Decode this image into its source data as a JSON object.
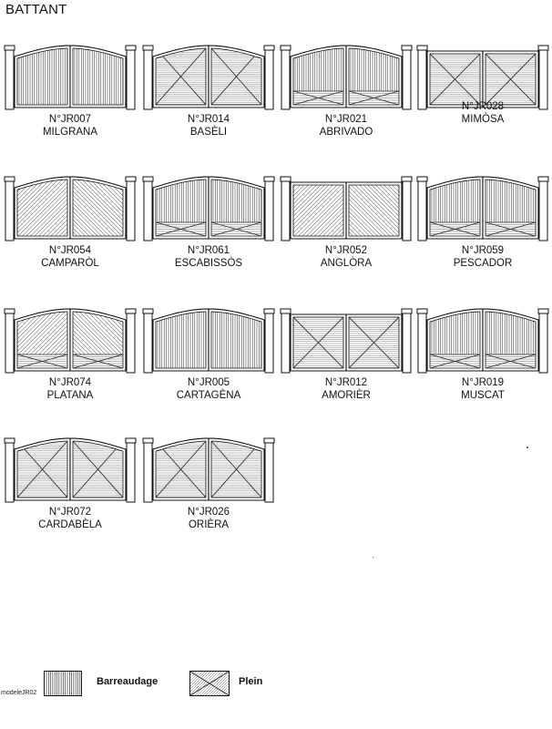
{
  "page": {
    "title": "BATTANT"
  },
  "gates": [
    {
      "code": "N°JR007",
      "name": "MILGRANA",
      "top": "arch",
      "infill": "slats"
    },
    {
      "code": "N°JR014",
      "name": "BASÈLI",
      "top": "arch",
      "infill": "cross"
    },
    {
      "code": "N°JR021",
      "name": "ABRIVADO",
      "top": "arch",
      "infill": "slats-lower-cross"
    },
    {
      "code": "N°JR028",
      "name": "MIMÒSA",
      "top": "flat",
      "infill": "cross"
    },
    {
      "code": "N°JR054",
      "name": "CAMPARÒL",
      "top": "arch",
      "infill": "diagonal"
    },
    {
      "code": "N°JR061",
      "name": "ESCABISSÒS",
      "top": "arch",
      "infill": "slats-lower-cross"
    },
    {
      "code": "N°JR052",
      "name": "ANGLÒRA",
      "top": "flat",
      "infill": "diagonal"
    },
    {
      "code": "N°JR059",
      "name": "PESCADOR",
      "top": "arch",
      "infill": "slats-lower-cross"
    },
    {
      "code": "N°JR074",
      "name": "PLATANA",
      "top": "arch",
      "infill": "diagonal-lower-cross"
    },
    {
      "code": "N°JR005",
      "name": "CARTAGÈNA",
      "top": "arch",
      "infill": "slats"
    },
    {
      "code": "N°JR012",
      "name": "AMORIÈR",
      "top": "flat",
      "infill": "cross"
    },
    {
      "code": "N°JR019",
      "name": "MUSCAT",
      "top": "arch",
      "infill": "slats-lower-cross"
    },
    {
      "code": "N°JR072",
      "name": "CARDABÈLA",
      "top": "arch",
      "infill": "cross"
    },
    {
      "code": "N°JR026",
      "name": "ORIÈRA",
      "top": "arch",
      "infill": "cross"
    }
  ],
  "legend": {
    "slats_label": "Barreaudage",
    "solid_label": "Plein"
  },
  "footer": {
    "reference": "modeleJR02"
  }
}
